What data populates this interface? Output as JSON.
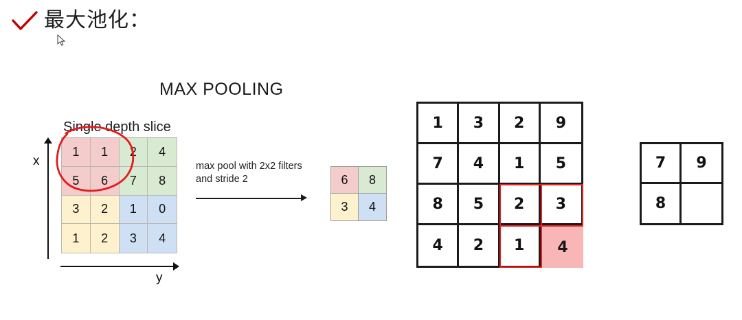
{
  "header": {
    "title": "最大池化：",
    "check_icon": "check-mark-icon",
    "check_color": "#c00000",
    "cursor_icon": "mouse-pointer-icon"
  },
  "slide": {
    "title": "MAX POOLING",
    "slice_caption": "Single depth slice",
    "pool_caption": "max pool with 2x2 filters and stride 2",
    "axis_x_label": "x",
    "axis_y_label": "y",
    "annotation_color": "#e51a1a"
  },
  "colors": {
    "pink": "#f4cccc",
    "green": "#d9ead3",
    "yellow": "#fdf2cd",
    "blue": "#cfe0f5",
    "red_highlight": "#f8b6b6",
    "red_stroke": "#e8201e",
    "grid_line": "#b9b9b1",
    "dark_line": "#1a1a1a"
  },
  "input_grid": {
    "rows": 4,
    "cols": 4,
    "cells": [
      {
        "value": "1",
        "color": "pink"
      },
      {
        "value": "1",
        "color": "pink"
      },
      {
        "value": "2",
        "color": "green"
      },
      {
        "value": "4",
        "color": "green"
      },
      {
        "value": "5",
        "color": "pink"
      },
      {
        "value": "6",
        "color": "pink"
      },
      {
        "value": "7",
        "color": "green"
      },
      {
        "value": "8",
        "color": "green"
      },
      {
        "value": "3",
        "color": "yellow"
      },
      {
        "value": "2",
        "color": "yellow"
      },
      {
        "value": "1",
        "color": "blue"
      },
      {
        "value": "0",
        "color": "blue"
      },
      {
        "value": "1",
        "color": "yellow"
      },
      {
        "value": "2",
        "color": "yellow"
      },
      {
        "value": "3",
        "color": "blue"
      },
      {
        "value": "4",
        "color": "blue"
      }
    ]
  },
  "output_grid": {
    "rows": 2,
    "cols": 2,
    "cells": [
      {
        "value": "6",
        "color": "pink"
      },
      {
        "value": "8",
        "color": "green"
      },
      {
        "value": "3",
        "color": "yellow"
      },
      {
        "value": "4",
        "color": "blue"
      }
    ]
  },
  "example_grid": {
    "rows": 4,
    "cols": 4,
    "cells": [
      {
        "value": "1"
      },
      {
        "value": "3"
      },
      {
        "value": "2"
      },
      {
        "value": "9"
      },
      {
        "value": "7"
      },
      {
        "value": "4"
      },
      {
        "value": "1"
      },
      {
        "value": "5"
      },
      {
        "value": "8"
      },
      {
        "value": "5"
      },
      {
        "value": "2"
      },
      {
        "value": "3"
      },
      {
        "value": "4"
      },
      {
        "value": "2"
      },
      {
        "value": "1"
      },
      {
        "value": "4"
      }
    ],
    "selected_block": {
      "row": 2,
      "col": 2,
      "size": 2
    },
    "max_value": "4"
  },
  "result_grid": {
    "rows": 2,
    "cols": 2,
    "cells": [
      {
        "value": "7"
      },
      {
        "value": "9"
      },
      {
        "value": "8"
      },
      {
        "value": ""
      }
    ]
  },
  "chart_data": {
    "type": "table",
    "title": "MAX POOLING",
    "input_matrix": [
      [
        1,
        1,
        2,
        4
      ],
      [
        5,
        6,
        7,
        8
      ],
      [
        3,
        2,
        1,
        0
      ],
      [
        1,
        2,
        3,
        4
      ]
    ],
    "output_matrix": [
      [
        6,
        8
      ],
      [
        3,
        4
      ]
    ],
    "example_input_matrix": [
      [
        1,
        3,
        2,
        9
      ],
      [
        7,
        4,
        1,
        5
      ],
      [
        8,
        5,
        2,
        3
      ],
      [
        4,
        2,
        1,
        4
      ]
    ],
    "example_output_matrix": [
      [
        7,
        9
      ],
      [
        8,
        null
      ]
    ],
    "operation": "max pool with 2x2 filters and stride 2"
  }
}
